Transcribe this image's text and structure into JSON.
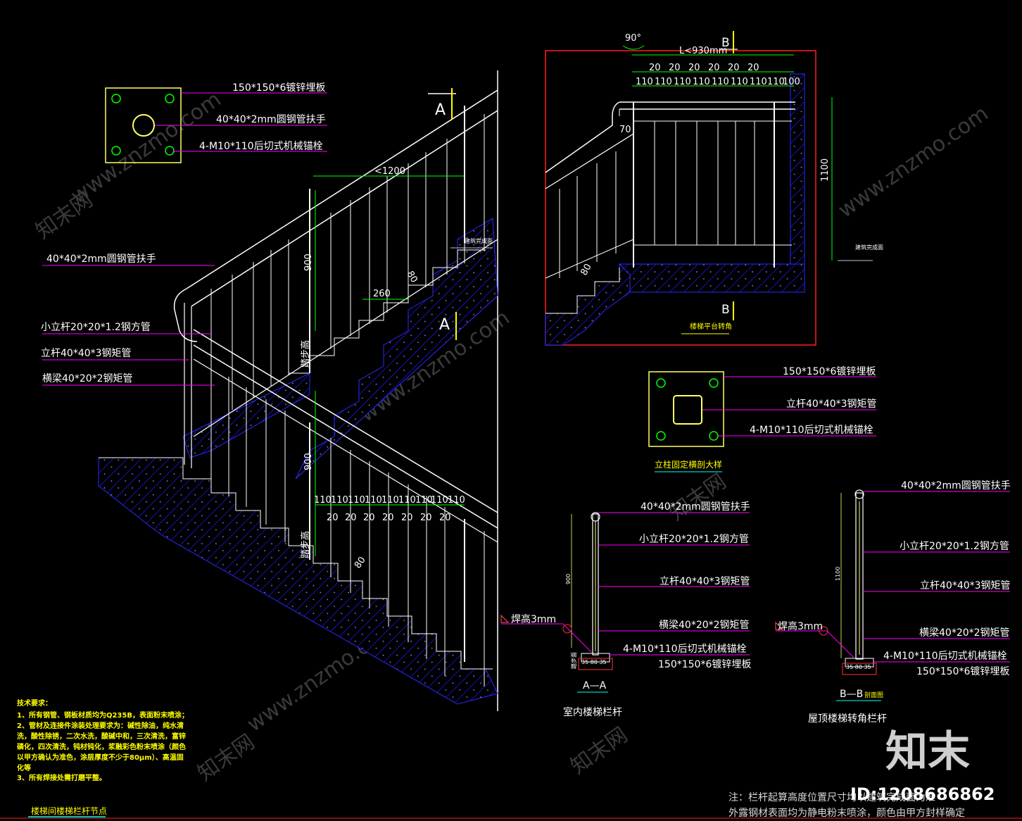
{
  "colors": {
    "background": "#000000",
    "line": "#ffffff",
    "leader": "#ff00ff",
    "dimension": "#00ff00",
    "section_fill": "#1a1aff",
    "frame": "#ff0000",
    "text_yellow": "#ffff00",
    "bolt": "#00ff00"
  },
  "top_plate": {
    "label_plate": "150*150*6镀锌埋板",
    "label_handrail": "40*40*2mm圆钢管扶手",
    "label_bolt": "4-M10*110后切式机械锚栓"
  },
  "stair_elevation": {
    "label_handrail": "40*40*2mm圆钢管扶手",
    "label_small_post": "小立杆20*20*1.2钢方管",
    "label_post": "立杆40*40*3钢矩管",
    "label_beam": "横梁40*20*2钢矩管",
    "dim_span": "<1200",
    "dim_height_upper": "900",
    "dim_height_lower": "900",
    "dim_tread": "260",
    "dim_offset_upper": "80",
    "dim_offset_lower": "80",
    "label_step_upper": "踏步高",
    "label_step_lower": "踏步高",
    "label_finish": "建筑完成面",
    "section_mark": "A",
    "spacing_110": [
      "110",
      "110",
      "110",
      "110",
      "110",
      "110",
      "110",
      "110",
      "110"
    ],
    "spacing_20": [
      "20",
      "20",
      "20",
      "20",
      "20",
      "20",
      "20"
    ]
  },
  "landing_detail": {
    "dim_angle": "90°",
    "dim_length": "L<930mm",
    "dim_height": "1100",
    "dim_70": "70",
    "dim_80": "80",
    "section_mark": "B",
    "label_finish": "建筑完成面",
    "title": "楼梯平台转角",
    "spacing_110": [
      "110",
      "110",
      "110",
      "110",
      "110",
      "110",
      "110",
      "110",
      "100"
    ],
    "spacing_20": [
      "20",
      "20",
      "20",
      "20",
      "20",
      "20"
    ]
  },
  "post_plate_detail": {
    "label_plate": "150*150*6镀锌埋板",
    "label_post": "立杆40*40*3钢矩管",
    "label_bolt": "4-M10*110后切式机械锚栓",
    "title": "立柱固定横剖大样"
  },
  "section_aa": {
    "label_handrail": "40*40*2mm圆钢管扶手",
    "label_small_post": "小立杆20*20*1.2钢方管",
    "label_post": "立杆40*40*3钢矩管",
    "label_beam": "横梁40*20*2钢矩管",
    "label_bolt": "4-M10*110后切式机械锚栓",
    "label_plate": "150*150*6镀锌埋板",
    "label_weld": "焊高3mm",
    "label_step": "踏步面",
    "dim_height": "900",
    "dim_base": "35 80 35",
    "mark": "A—A",
    "title": "室内楼梯栏杆"
  },
  "section_bb": {
    "label_handrail": "40*40*2mm圆钢管扶手",
    "label_small_post": "小立杆20*20*1.2钢方管",
    "label_post": "立杆40*40*3钢矩管",
    "label_beam": "横梁40*20*2钢矩管",
    "label_bolt": "4-M10*110后切式机械锚栓",
    "label_plate": "150*150*6镀锌埋板",
    "label_weld": "焊高3mm",
    "dim_height": "1100",
    "dim_base": "35 80 35",
    "mark": "B—B",
    "mark_suffix": "剖面图",
    "title": "屋顶楼梯转角栏杆"
  },
  "tech_requirements": {
    "heading": "技术要求：",
    "lines": [
      "1、所有钢管、钢板材质均为Q235B，表面粉末喷涂；",
      "2、管材及连接件涂装处理要求为：碱性除油，纯水清",
      "洗，酸性除锈，二次水洗，酸碱中和，三次清洗，富锌",
      "磷化，四次清洗，钝材钝化，浆融彩色粉末喷涂（颜色",
      "以甲方确认为准色，涂层厚度不少于80μm）、高温固",
      "化等",
      "3、所有焊接处需打磨平整。"
    ]
  },
  "drawing_title": "楼梯间楼梯栏杆节点",
  "note_line1": "注：栏杆起算高度位置尺寸均以建筑完成面为准",
  "note_line2": "外露钢材表面均为静电粉末喷涂，颜色由甲方封样确定",
  "watermark": {
    "brand": "知末",
    "id": "ID:1208686862",
    "site": "www.znzmo.com",
    "cn": "知末网"
  }
}
